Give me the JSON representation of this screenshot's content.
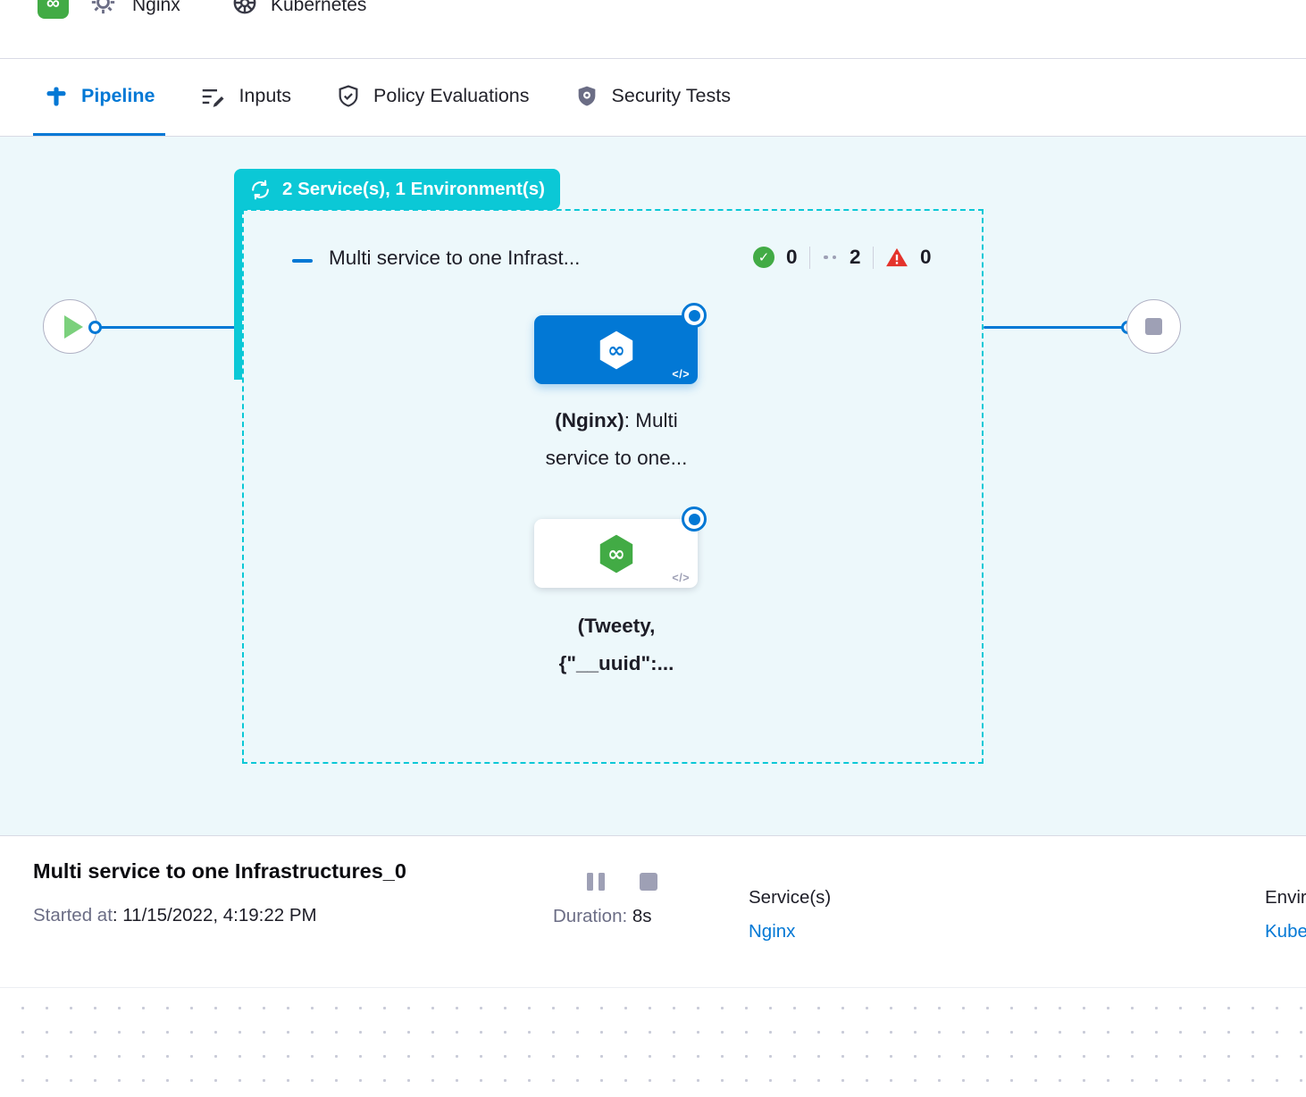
{
  "header": {
    "service_name": "Nginx",
    "environment_name": "Kubernetes"
  },
  "tabs": {
    "pipeline": "Pipeline",
    "inputs": "Inputs",
    "policy_evaluations": "Policy Evaluations",
    "security_tests": "Security Tests"
  },
  "canvas": {
    "group_badge": "2 Service(s), 1 Environment(s)",
    "stage_title": "Multi service to one Infrast...",
    "success_count": "0",
    "pending_count": "2",
    "failed_count": "0",
    "code_icon": "</>",
    "node1": {
      "name_bold": "(Nginx)",
      "name_rest": ": Multi",
      "line2": "service to one..."
    },
    "node2": {
      "line1": "(Tweety,",
      "line2": "{\"__uuid\":..."
    }
  },
  "footer": {
    "title": "Multi service to one Infrastructures_0",
    "started_label": "Started at",
    "started_value": ": 11/15/2022, 4:19:22 PM",
    "duration_label": "Duration: ",
    "duration_value": "8s",
    "services_label": "Service(s)",
    "services_value": "Nginx",
    "environments_label": "Environment(s)",
    "environments_value": "Kubernetes"
  },
  "colors": {
    "accent_blue": "#0278d5",
    "teal": "#0bc8d6",
    "green": "#42ab45",
    "red": "#e4332b",
    "canvas_bg": "#edf8fb"
  }
}
